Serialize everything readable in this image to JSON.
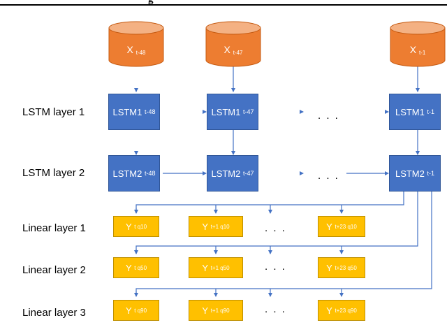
{
  "header": {
    "partial_title": "g"
  },
  "rows": {
    "lstm1": "LSTM layer 1",
    "lstm2": "LSTM layer 2",
    "lin1": "Linear layer 1",
    "lin2": "Linear layer 2",
    "lin3": "Linear layer 3"
  },
  "inputs": [
    {
      "main": "X",
      "sub": "t-48"
    },
    {
      "main": "X",
      "sub": "t-47"
    },
    {
      "main": "X",
      "sub": "t-1"
    }
  ],
  "lstm1_cells": [
    {
      "main": "LSTM1",
      "sub": "t-48"
    },
    {
      "main": "LSTM1",
      "sub": "t-47"
    },
    {
      "main": "LSTM1",
      "sub": "t-1"
    }
  ],
  "lstm2_cells": [
    {
      "main": "LSTM2",
      "sub": "t-48"
    },
    {
      "main": "LSTM2",
      "sub": "t-47"
    },
    {
      "main": "LSTM2",
      "sub": "t-1"
    }
  ],
  "lin1_cells": [
    {
      "main": "Y",
      "sub": "t q10"
    },
    {
      "main": "Y",
      "sub": "t+1 q10"
    },
    {
      "main": "Y",
      "sub": "t+23 q10"
    }
  ],
  "lin2_cells": [
    {
      "main": "Y",
      "sub": "t q50"
    },
    {
      "main": "Y",
      "sub": "t+1 q50"
    },
    {
      "main": "Y",
      "sub": "t+23 q50"
    }
  ],
  "lin3_cells": [
    {
      "main": "Y",
      "sub": "t q90"
    },
    {
      "main": "Y",
      "sub": "t+1 q90"
    },
    {
      "main": "Y",
      "sub": "t+23 q90"
    }
  ],
  "ellipsis": ". . .",
  "colors": {
    "input": "#ed7d31",
    "lstm": "#4472c4",
    "linear": "#ffc000",
    "connector": "#4472c4"
  }
}
